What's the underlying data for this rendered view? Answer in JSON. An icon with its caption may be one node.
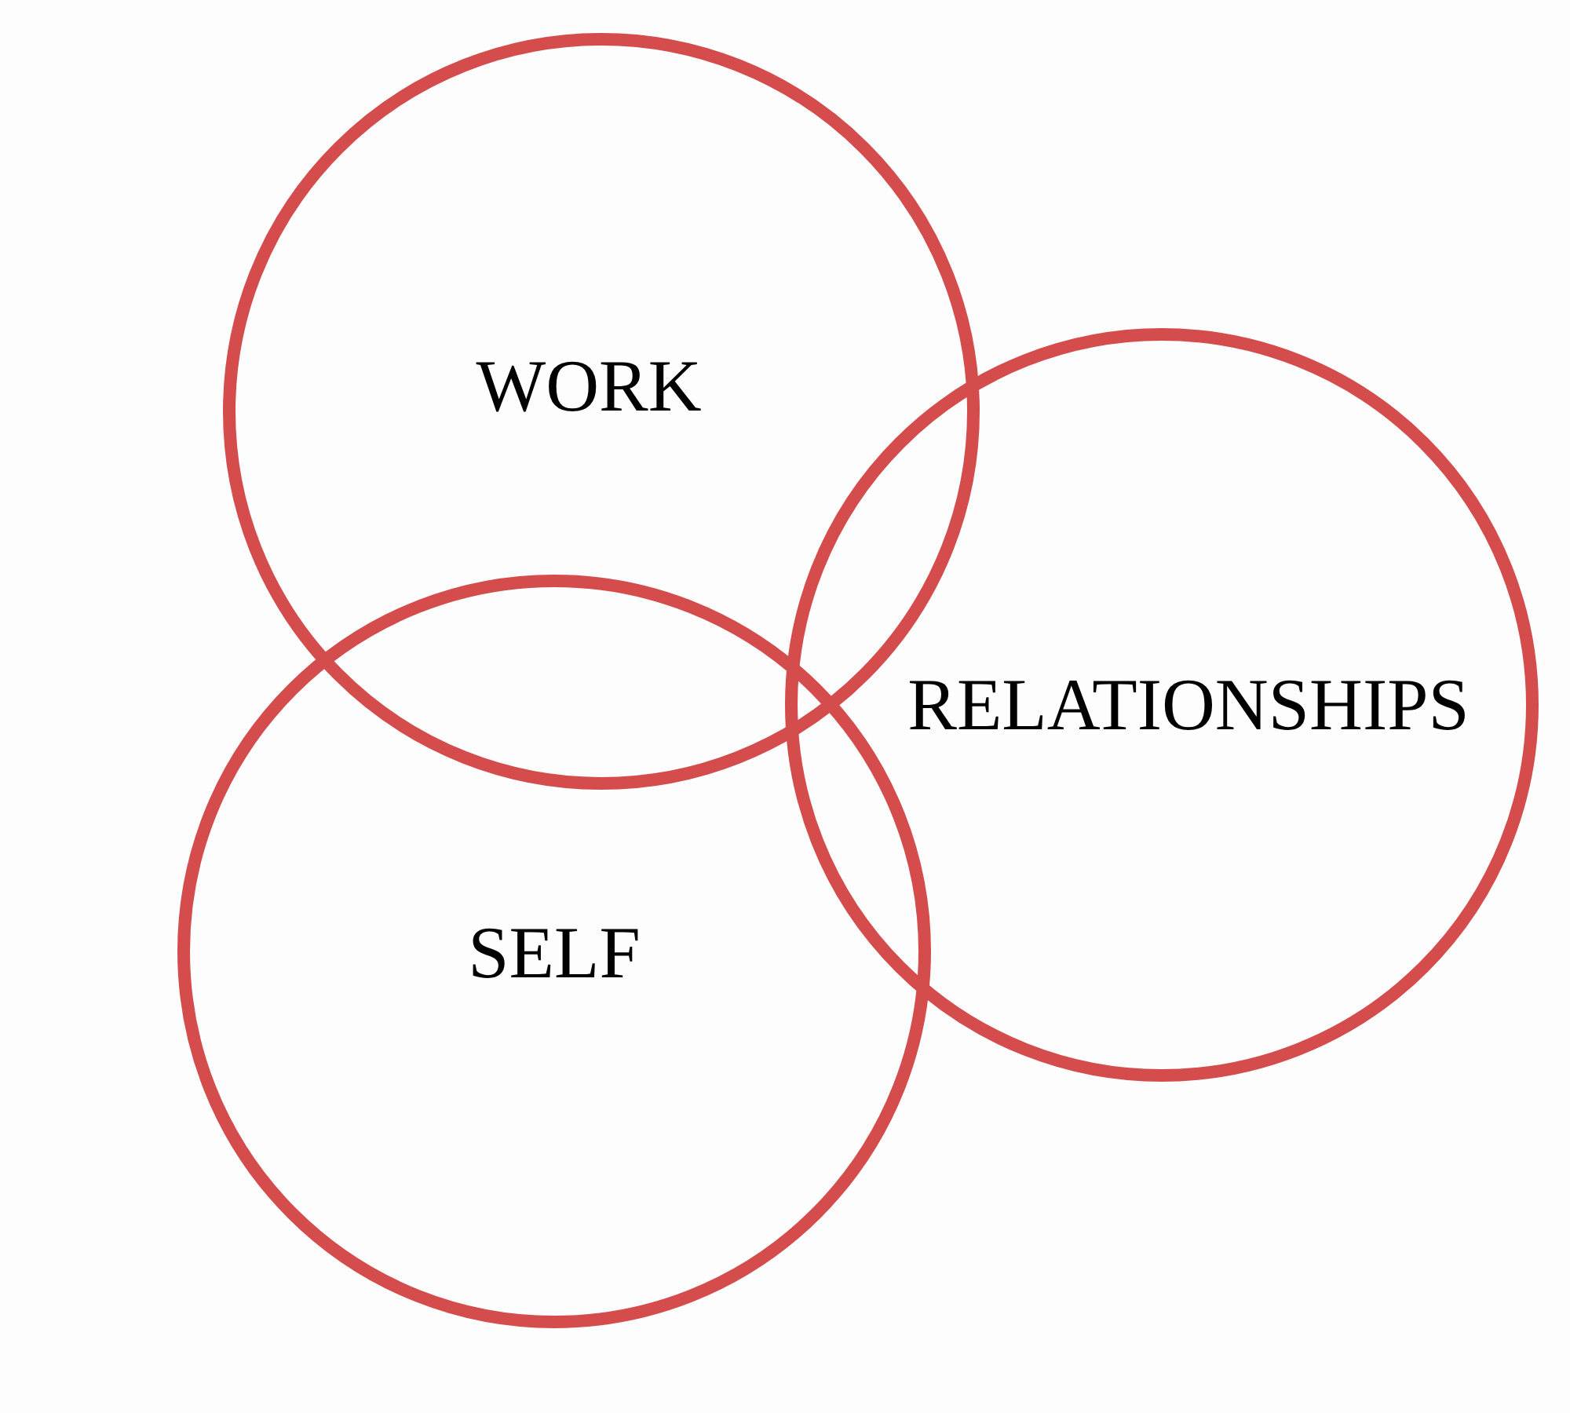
{
  "diagram": {
    "nodes": [
      {
        "text": [
          "WORK"
        ]
      },
      {
        "text": [
          "RELATIONSHIPS"
        ]
      },
      {
        "text": [
          "SELF"
        ]
      }
    ]
  }
}
